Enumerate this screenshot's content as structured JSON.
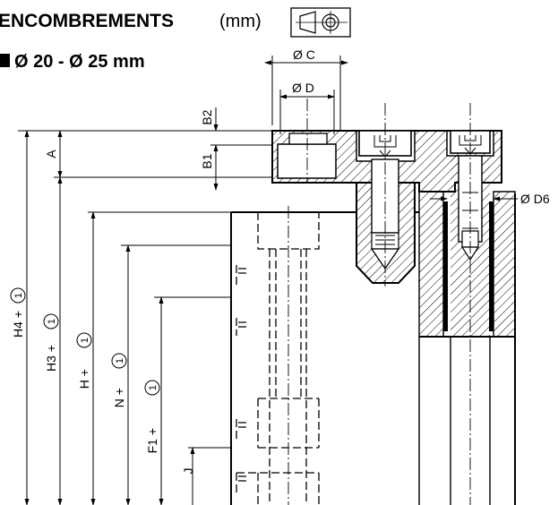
{
  "header": {
    "title": "ENCOMBREMENTS",
    "unit": "(mm)",
    "subtitle": "Ø 20 - Ø 25 mm",
    "projection_symbol": "first-angle-projection-icon"
  },
  "dimensions": {
    "c": "Ø C",
    "d": "Ø D",
    "d6": "Ø D6",
    "b2": "B2",
    "b1": "B1",
    "a": "A",
    "h4": "H4 +",
    "h3": "H3 +",
    "h": "H +",
    "n": "N +",
    "f1": "F1 +",
    "j": "J",
    "note_ref": "1"
  },
  "colors": {
    "line": "#000000",
    "background": "#ffffff"
  }
}
